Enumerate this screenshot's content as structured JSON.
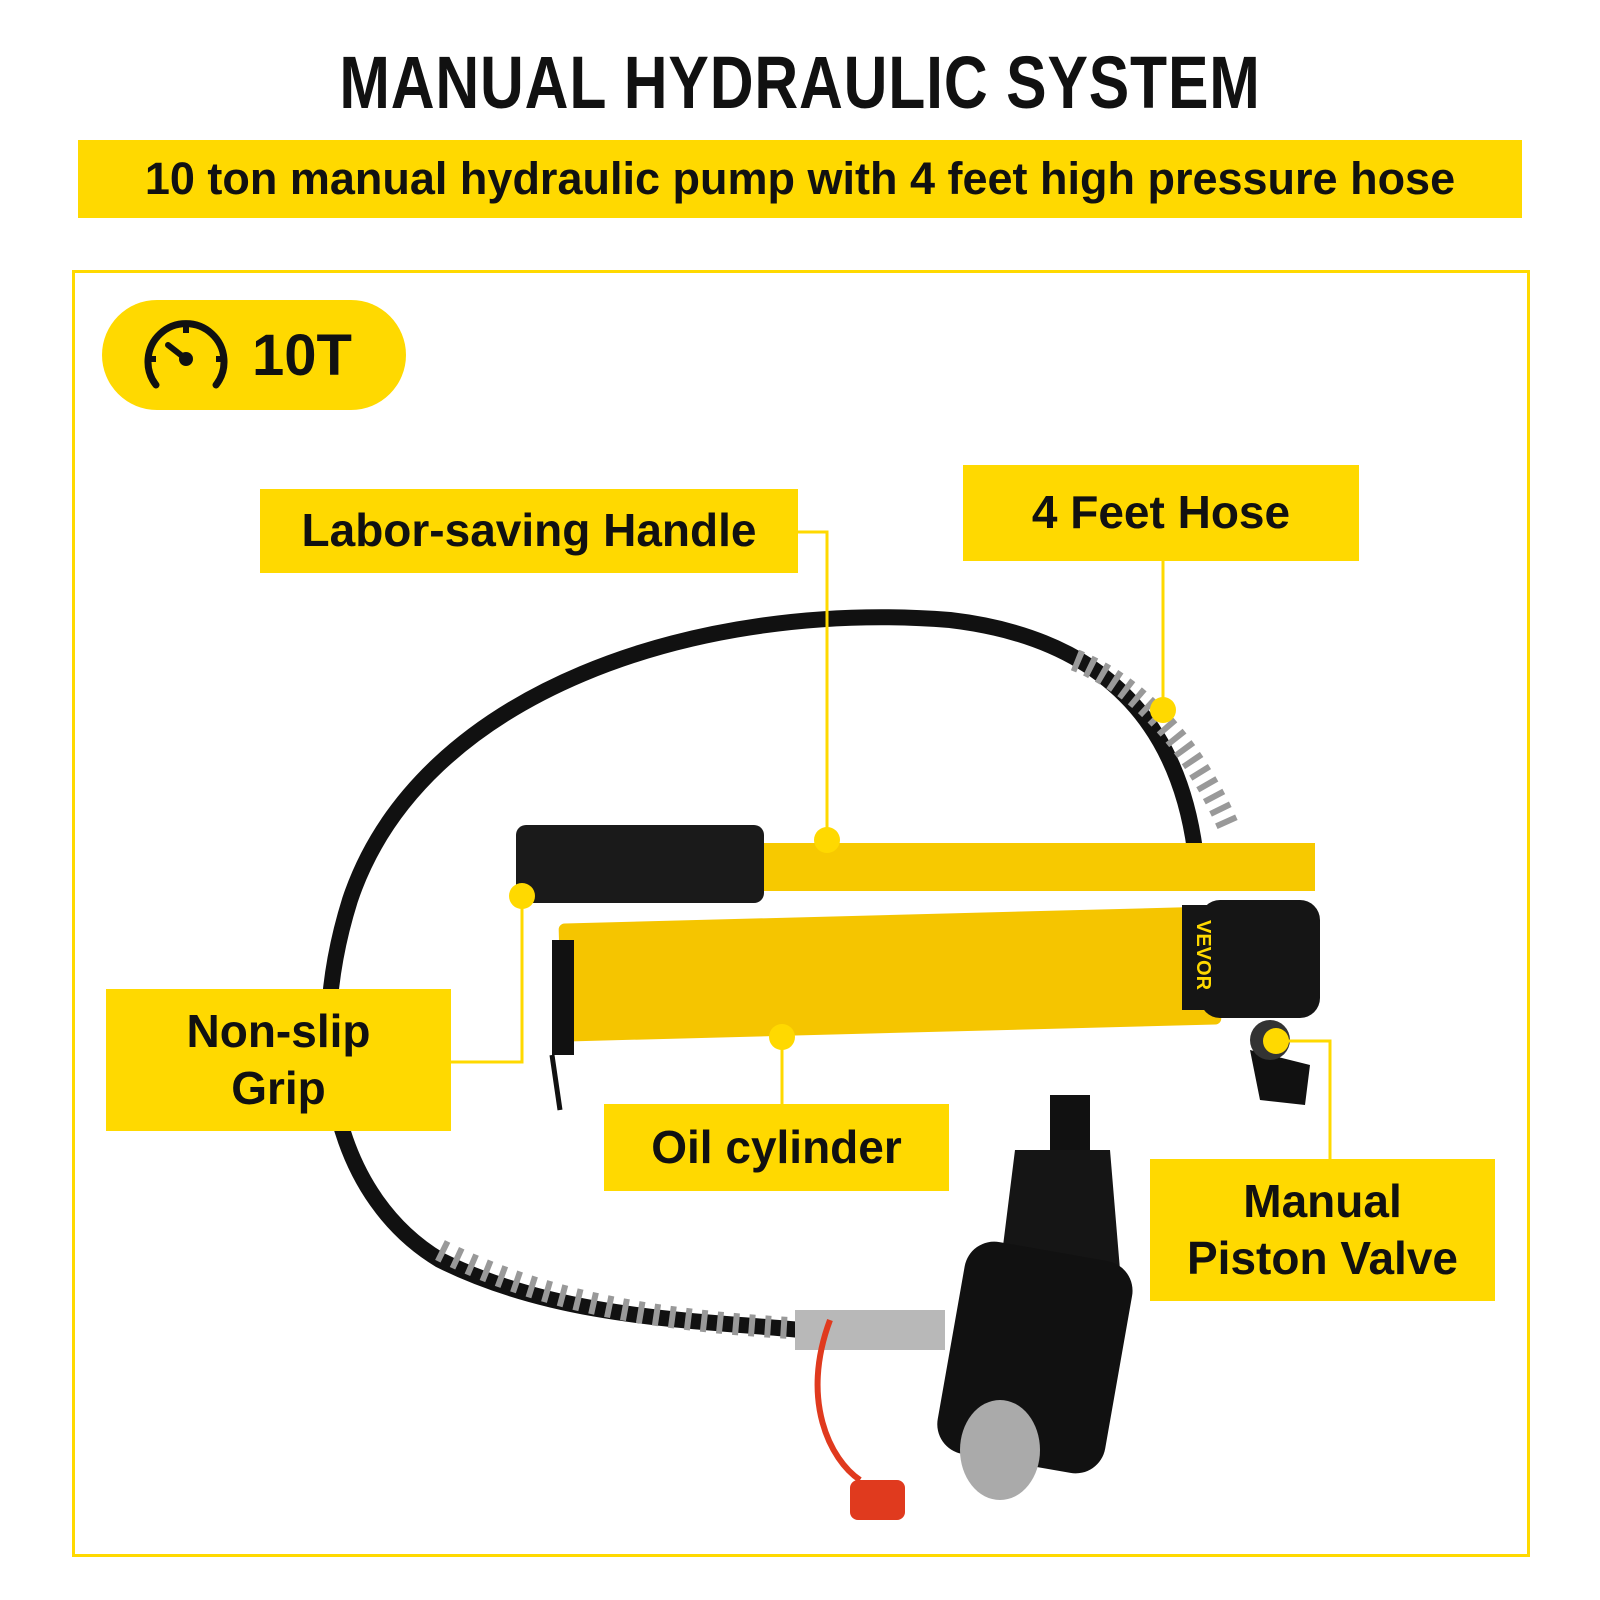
{
  "header": {
    "title": "MANUAL HYDRAULIC SYSTEM",
    "subtitle": "10 ton manual hydraulic pump with 4 feet high pressure hose"
  },
  "badge": {
    "icon": "gauge-icon",
    "value": "10T"
  },
  "callouts": {
    "handle": "Labor-saving Handle",
    "hose": "4 Feet Hose",
    "grip_line1": "Non-slip",
    "grip_line2": "Grip",
    "cylinder": "Oil cylinder",
    "valve_line1": "Manual",
    "valve_line2": "Piston Valve"
  },
  "product": {
    "brand": "VEVOR"
  },
  "colors": {
    "accent": "#ffd900",
    "text": "#111111"
  }
}
